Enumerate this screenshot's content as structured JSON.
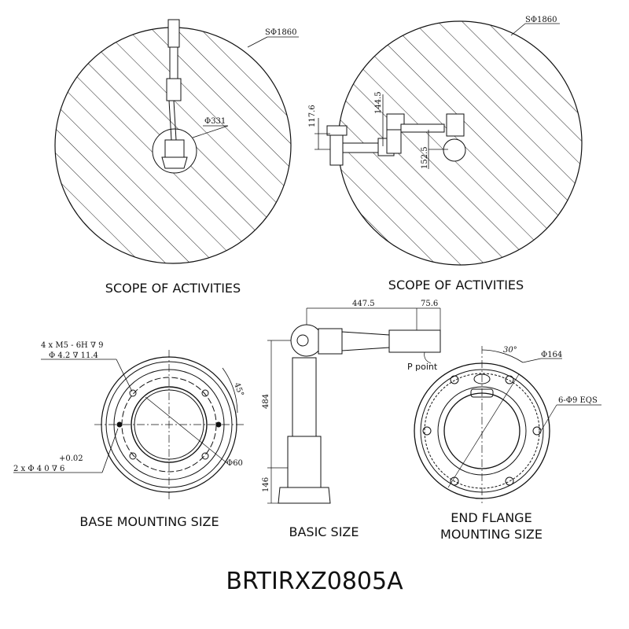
{
  "scope_left": {
    "title": "SCOPE OF ACTIVITIES",
    "sphere_label": "SΦ1860",
    "base_circle_label": "Φ331"
  },
  "scope_right": {
    "title": "SCOPE OF ACTIVITIES",
    "sphere_label": "SΦ1860",
    "dims": [
      "117.6",
      "144.5",
      "152.5"
    ]
  },
  "base_mounting": {
    "title": "BASE MOUNTING SIZE",
    "thread_note_1": "4 x  M5 - 6H ∇ 9",
    "thread_note_2": "Φ 4.2 ∇ 11.4",
    "pin_tol": "+0.02",
    "pin_note": "2 x Φ 4   0    ∇ 6",
    "angle": "45°",
    "inner_dia": "Φ60"
  },
  "basic_size": {
    "title": "BASIC SIZE",
    "arm_length": "447.5",
    "tool_offset": "75.6",
    "height_upper": "484",
    "height_base": "146",
    "p_point": "P point"
  },
  "end_flange": {
    "title_line1": "END FLANGE",
    "title_line2": "MOUNTING SIZE",
    "angle": "30°",
    "pcd": "Φ164",
    "holes": "6-Φ9 EQS"
  },
  "model": "BRTIRXZ0805A",
  "colors": {
    "line": "#111111",
    "background": "#ffffff"
  }
}
